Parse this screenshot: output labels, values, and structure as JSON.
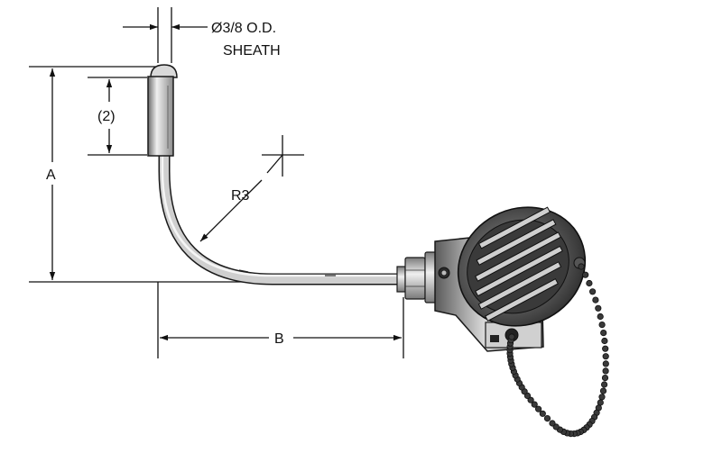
{
  "labels": {
    "sheath_diameter": "Ø3/8 O.D.",
    "sheath_word": "SHEATH",
    "dim_2": "(2)",
    "dim_a": "A",
    "dim_b": "B",
    "radius": "R3"
  },
  "colors": {
    "line": "#111111",
    "metal_light": "#e4e4e4",
    "metal_mid": "#a9a9a9",
    "metal_dark": "#4a4a4a",
    "head_dark": "#2b2b2b"
  }
}
